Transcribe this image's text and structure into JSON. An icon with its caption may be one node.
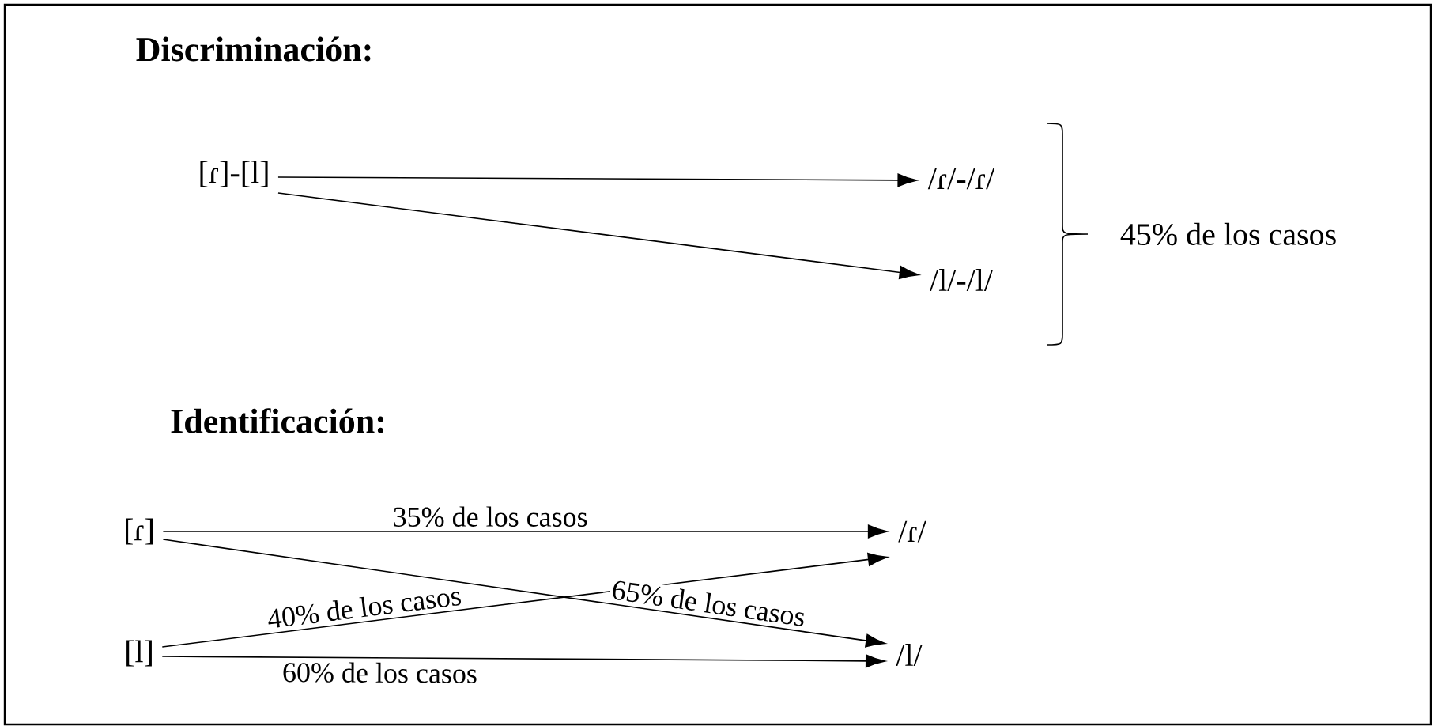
{
  "diagram": {
    "nodes": [
      {
        "text": [
          "[ɾ]-[l]"
        ]
      },
      {
        "text": [
          "/ɾ/-/ɾ/"
        ]
      },
      {
        "text": [
          "/l/-/l/"
        ]
      },
      {
        "text": [
          "[ɾ]"
        ]
      },
      {
        "text": [
          "/ɾ/"
        ]
      },
      {
        "text": [
          "[l]"
        ]
      },
      {
        "text": [
          "/l/"
        ]
      }
    ],
    "edges": [
      {
        "from": 0,
        "to": 1,
        "arrow": "to"
      },
      {
        "from": 0,
        "to": 2,
        "arrow": "to"
      },
      {
        "from": 3,
        "to": 4,
        "arrow": "to",
        "label": "35% de los casos"
      },
      {
        "from": 3,
        "to": 6,
        "arrow": "to",
        "label": "65% de los casos"
      },
      {
        "from": 5,
        "to": 4,
        "arrow": "to",
        "label": "40% de los casos"
      },
      {
        "from": 5,
        "to": 6,
        "arrow": "to",
        "label": "60% de los casos"
      }
    ],
    "labels": [
      "Discriminación:",
      "45% de los casos",
      "Identificación:"
    ]
  }
}
